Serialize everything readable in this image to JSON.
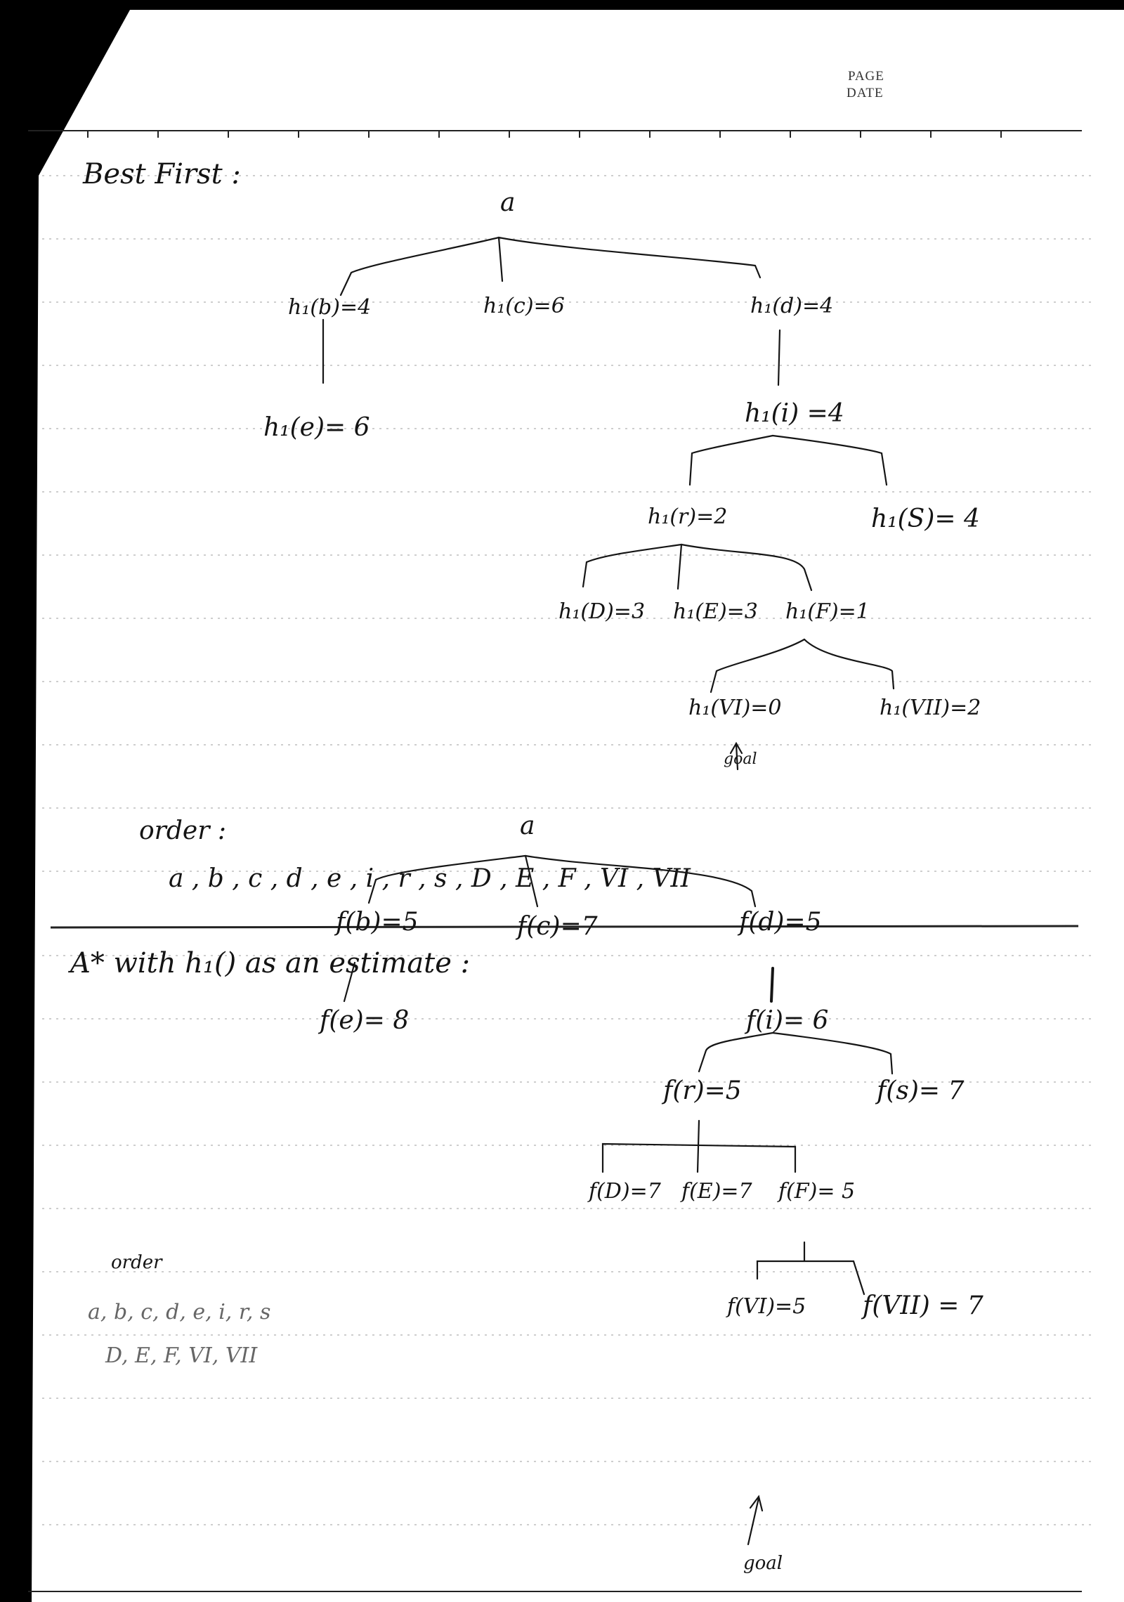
{
  "header": {
    "page_label": "PAGE",
    "date_label": "DATE"
  },
  "best_first": {
    "title": "Best First :",
    "root": "a",
    "level1": [
      "h₁(b)=4",
      "h₁(c)=6",
      "h₁(d)=4"
    ],
    "e_node": "h₁(e)= 6",
    "i_node": "h₁(i) =4",
    "level3": [
      "h₁(r)=2",
      "h₁(S)= 4"
    ],
    "level4": [
      "h₁(D)=3",
      "h₁(E)=3",
      "h₁(F)=1"
    ],
    "level5": [
      "h₁(VI)=0",
      "h₁(VII)=2"
    ],
    "goal": "goal",
    "order_label": "order :",
    "order_value": "a , b , c , d , e , i , r , s , D , E , F , VI , VII"
  },
  "astar": {
    "title": "A*  with  h₁() as an estimate :",
    "root": "a",
    "level1": [
      "f(b)=5",
      "f(c)=7",
      "f(d)=5"
    ],
    "e_node": "f(e)= 8",
    "i_node": "f(i)= 6",
    "level3": [
      "f(r)=5",
      "f(s)= 7"
    ],
    "level4": [
      "f(D)=7",
      "f(E)=7",
      "f(F)= 5"
    ],
    "level5": [
      "f(VI)=5",
      "f(VII) = 7"
    ],
    "goal": "goal",
    "order_label": "order",
    "order_line1": "a, b, c, d, e, i, r, s",
    "order_line2": "D, E, F, VI, VII"
  }
}
